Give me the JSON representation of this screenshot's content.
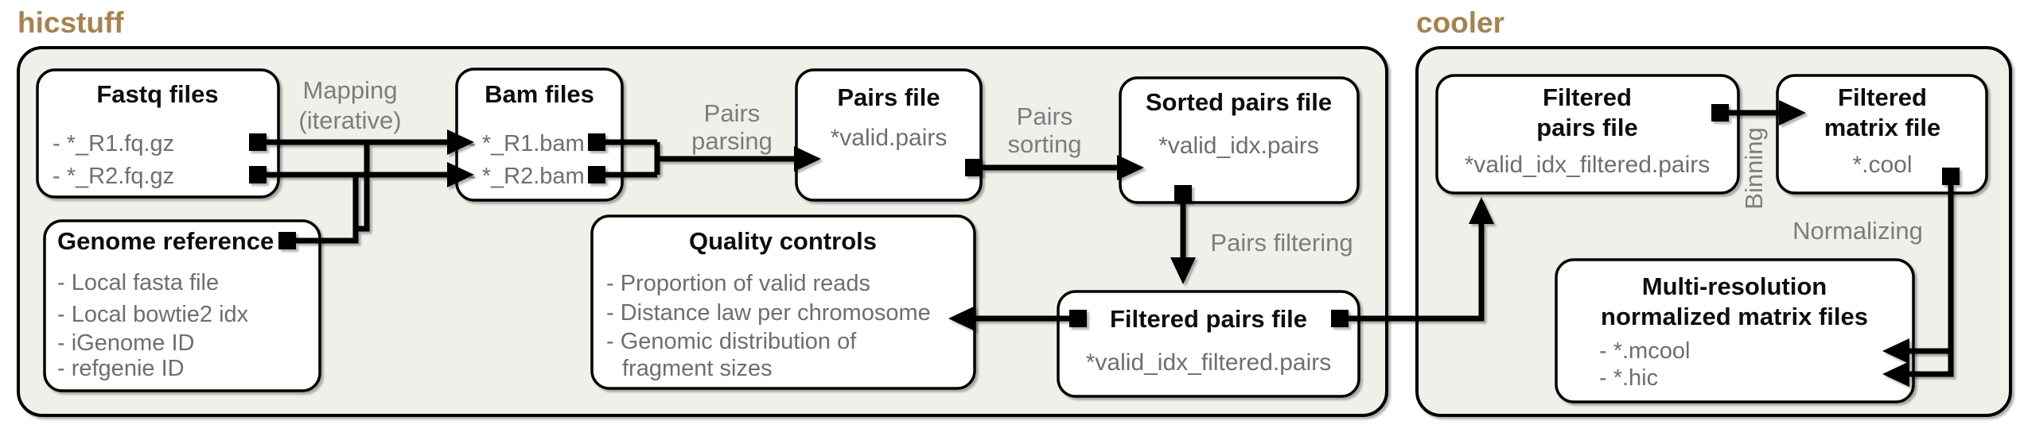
{
  "sections": {
    "hicstuff": {
      "title": "hicstuff"
    },
    "cooler": {
      "title": "cooler"
    }
  },
  "boxes": {
    "fastq": {
      "title": "Fastq files",
      "items": [
        "- *_R1.fq.gz",
        "- *_R2.fq.gz"
      ]
    },
    "bam": {
      "title": "Bam files",
      "items": [
        "- *_R1.bam",
        "- *_R2.bam"
      ]
    },
    "genome": {
      "title": "Genome reference",
      "items": [
        "- Local fasta file",
        "- Local bowtie2 idx",
        "- iGenome ID",
        "- refgenie ID"
      ]
    },
    "quality": {
      "title": "Quality controls",
      "items": [
        "- Proportion of valid reads",
        "- Distance law per chromosome",
        "- Genomic distribution of",
        "fragment sizes"
      ]
    },
    "pairs": {
      "title": "Pairs file",
      "subtitle": "*valid.pairs"
    },
    "sorted": {
      "title": "Sorted pairs file",
      "subtitle": "*valid_idx.pairs"
    },
    "filtered": {
      "title": "Filtered pairs file",
      "subtitle": "*valid_idx_filtered.pairs"
    },
    "cooler_pairs": {
      "title_line1": "Filtered",
      "title_line2": "pairs file",
      "subtitle": "*valid_idx_filtered.pairs"
    },
    "matrix": {
      "title_line1": "Filtered",
      "title_line2": "matrix file",
      "subtitle": "*.cool"
    },
    "multires": {
      "title_line1": "Multi-resolution",
      "title_line2": "normalized matrix files",
      "items": [
        "- *.mcool",
        "- *.hic"
      ]
    }
  },
  "labels": {
    "mapping_line1": "Mapping",
    "mapping_line2": "(iterative)",
    "parsing_line1": "Pairs",
    "parsing_line2": "parsing",
    "sorting_line1": "Pairs",
    "sorting_line2": "sorting",
    "filtering": "Pairs filtering",
    "binning": "Binning",
    "normalizing": "Normalizing"
  },
  "colors": {
    "brand": "#a6834e",
    "container_fill": "#f0efea",
    "box_fill": "#ffffff",
    "line": "#000000",
    "gray_text": "#6e6e6e",
    "label_gray": "#7d7d7d",
    "title_text": "#0d0d0d"
  }
}
